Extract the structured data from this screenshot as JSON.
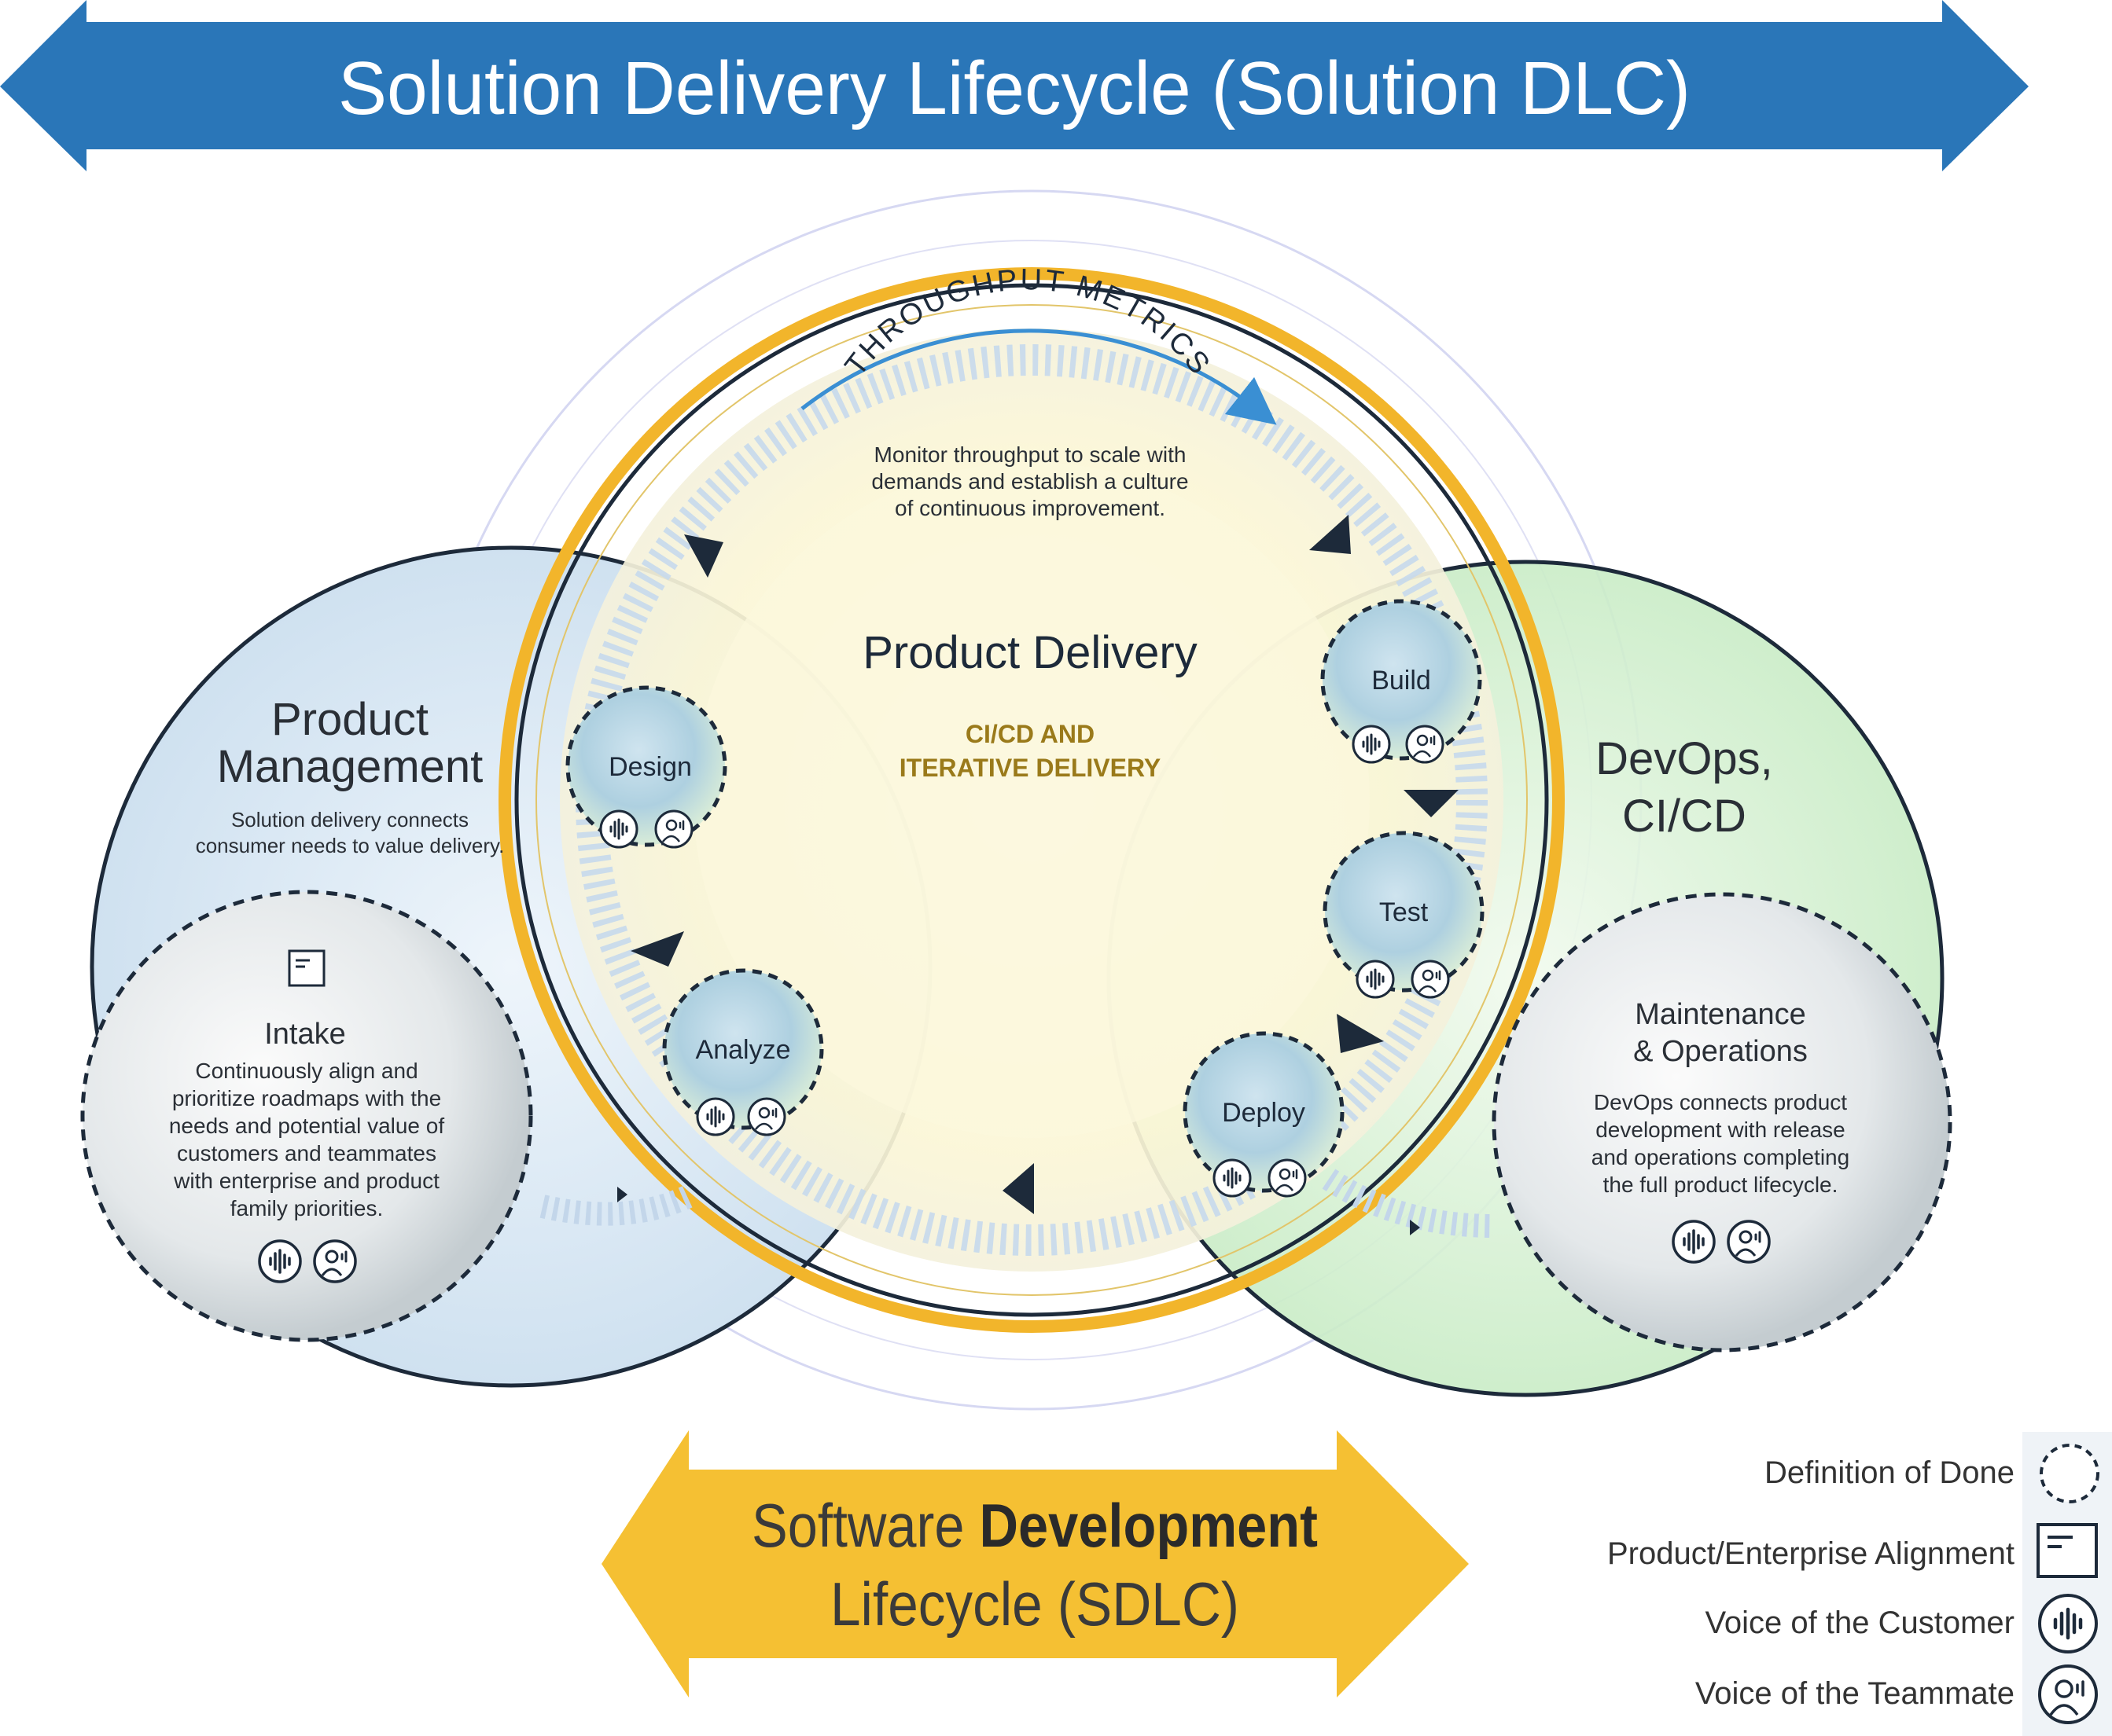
{
  "header": {
    "title": "Solution Delivery Lifecycle (Solution DLC)",
    "color": "#2a76b8"
  },
  "product_management": {
    "title_line1": "Product",
    "title_line2": "Management",
    "description_line1": "Solution delivery connects",
    "description_line2": "consumer needs to value delivery."
  },
  "intake": {
    "title": "Intake",
    "description": [
      "Continuously align and",
      "prioritize roadmaps with the",
      "needs and potential value of",
      "customers and teammates",
      "with enterprise and product",
      "family priorities."
    ]
  },
  "product_delivery": {
    "title": "Product Delivery",
    "subtitle_line1": "CI/CD AND",
    "subtitle_line2": "ITERATIVE DELIVERY",
    "ring_color": "#f2b52b"
  },
  "throughput": {
    "title": "THROUGHPUT METRICS",
    "description_line1": "Monitor throughput to scale with",
    "description_line2": "demands and establish a culture",
    "description_line3": "of continuous improvement."
  },
  "stages": {
    "design": "Design",
    "analyze": "Analyze",
    "build": "Build",
    "test": "Test",
    "deploy": "Deploy"
  },
  "devops": {
    "title_line1": "DevOps,",
    "title_line2": "CI/CD"
  },
  "maintenance": {
    "title_line1": "Maintenance",
    "title_line2": "& Operations",
    "description": [
      "DevOps connects product",
      "development with release",
      "and operations completing",
      "the full product lifecycle."
    ]
  },
  "sdlc": {
    "line1_light": "Software ",
    "line1_bold": "Development",
    "line2": "Lifecycle (SDLC)",
    "color": "#f5c033"
  },
  "legend": {
    "items": [
      {
        "label": "Definition of Done",
        "icon": "dashed-circle-icon"
      },
      {
        "label": "Product/Enterprise Alignment",
        "icon": "document-icon"
      },
      {
        "label": "Voice of the Customer",
        "icon": "waveform-icon"
      },
      {
        "label": "Voice of the Teammate",
        "icon": "person-voice-icon"
      }
    ]
  }
}
